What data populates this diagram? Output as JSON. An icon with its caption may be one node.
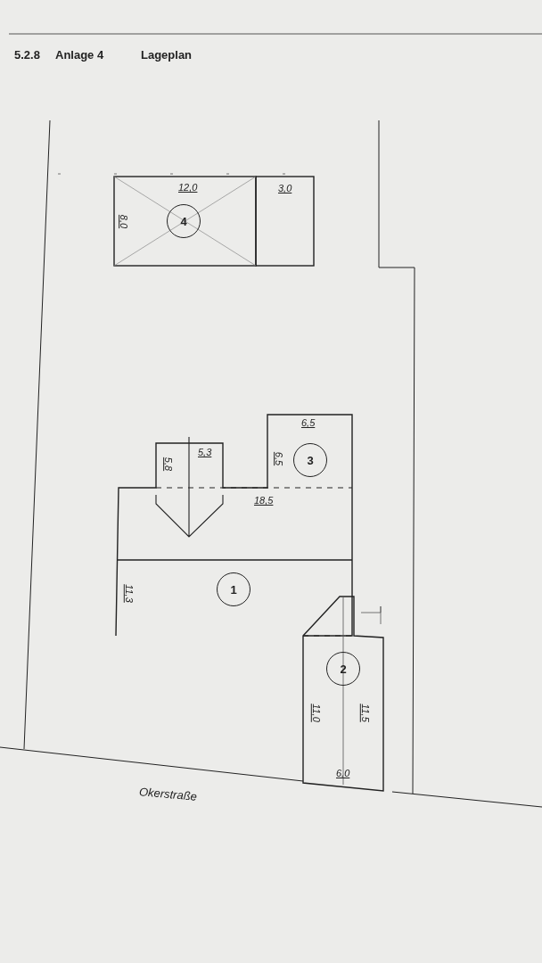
{
  "diagram": {
    "nodes": [
      {
        "text": [
          "4"
        ]
      },
      {
        "text": [
          "3"
        ]
      },
      {
        "text": [
          "1"
        ]
      },
      {
        "text": [
          "2"
        ]
      }
    ],
    "edges": [],
    "labels": [
      "5.2.8",
      "Anlage 4",
      "Lageplan",
      "12,0",
      "3,0",
      "8,0",
      "5,3",
      "6,5",
      "5,8",
      "6,5",
      "18,5",
      "11,3",
      "11,0",
      "11,5",
      "6,0",
      "Okerstraße"
    ]
  }
}
